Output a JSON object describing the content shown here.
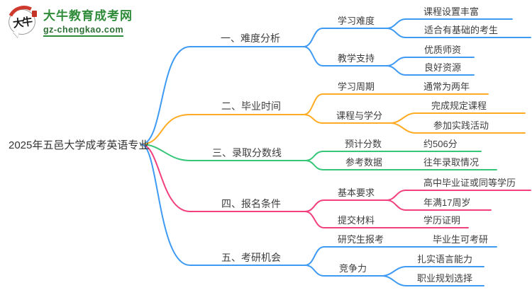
{
  "site": {
    "logo_mark": "大牛",
    "site_name": "大牛教育成考网",
    "site_domain": "gz-chengkao.com"
  },
  "colors": {
    "blue": "#3e9af3",
    "orange": "#ffab24",
    "green": "#36c678",
    "pink": "#f23f7e",
    "text": "#3e3e3e",
    "logo_green": "#2f8c3a",
    "logo_red": "#cf3a2f"
  },
  "mindmap": {
    "root": "2025年五邑大学成考英语专业",
    "branches": [
      {
        "label": "一、难度分析",
        "color": "#3e9af3",
        "children": [
          {
            "label": "学习难度",
            "leaves": [
              "课程设置丰富",
              "适合有基础的考生"
            ]
          },
          {
            "label": "教学支持",
            "leaves": [
              "优质师资",
              "良好资源"
            ]
          }
        ]
      },
      {
        "label": "二、毕业时间",
        "color": "#ffab24",
        "children": [
          {
            "label": "学习周期",
            "leaves": [
              "通常为两年"
            ]
          },
          {
            "label": "课程与学分",
            "leaves": [
              "完成规定课程",
              "参加实践活动"
            ]
          }
        ]
      },
      {
        "label": "三、录取分数线",
        "color": "#36c678",
        "children": [
          {
            "label": "预计分数",
            "leaves": [
              "约506分"
            ]
          },
          {
            "label": "参考数据",
            "leaves": [
              "往年录取情况"
            ]
          }
        ]
      },
      {
        "label": "四、报名条件",
        "color": "#f23f7e",
        "children": [
          {
            "label": "基本要求",
            "leaves": [
              "高中毕业证或同等学历",
              "年满17周岁"
            ]
          },
          {
            "label": "提交材料",
            "leaves": [
              "学历证明"
            ]
          }
        ]
      },
      {
        "label": "五、考研机会",
        "color": "#3e9af3",
        "children": [
          {
            "label": "研究生报考",
            "leaves": [
              "毕业生可考研"
            ]
          },
          {
            "label": "竞争力",
            "leaves": [
              "扎实语言能力",
              "职业规划选择"
            ]
          }
        ]
      }
    ]
  }
}
